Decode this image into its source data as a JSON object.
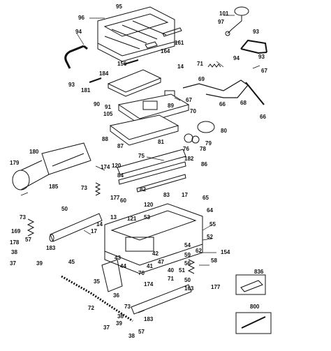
{
  "diagram": {
    "labels": {
      "l95": "95",
      "l96": "96",
      "l101": "101",
      "l97": "97",
      "l94a": "94",
      "l93a": "93",
      "l161": "161",
      "l164": "164",
      "l93b": "93",
      "l94b": "94",
      "l67a": "67",
      "l156": "156",
      "l14a": "14",
      "l71": "71",
      "l184": "184",
      "l69": "69",
      "l181": "181",
      "l93c": "93",
      "l89": "89",
      "l67b": "67",
      "l66a": "66",
      "l70a": "70",
      "l68": "68",
      "l66b": "66",
      "l90": "90",
      "l91": "91",
      "l105": "105",
      "l80": "80",
      "l88": "88",
      "l81": "81",
      "l76": "76",
      "l79": "79",
      "l87": "87",
      "l78": "78",
      "l180": "180",
      "l75": "75",
      "l182": "182",
      "l86": "86",
      "l179": "179",
      "l174": "174",
      "l120a": "120",
      "l84": "84",
      "l185": "185",
      "l73a": "73",
      "l82": "82",
      "l83": "83",
      "l17a": "17",
      "l65": "65",
      "l177a": "177",
      "l60": "60",
      "l120b": "120",
      "l50a": "50",
      "l64": "64",
      "l73b": "73",
      "l121": "121",
      "l13": "13",
      "l55": "55",
      "l14b": "14",
      "l53": "53",
      "l169": "169",
      "l17b": "17",
      "l52": "52",
      "l178": "178",
      "l57a": "57",
      "l154": "154",
      "l54": "54",
      "l183a": "183",
      "l62": "62",
      "l38": "38",
      "l59": "59",
      "l37a": "37",
      "l39": "39",
      "l56": "56",
      "l58": "58",
      "l45": "45",
      "l43": "43",
      "l44": "44",
      "l47": "47",
      "l42": "42",
      "l51": "51",
      "l40": "40",
      "l41": "41",
      "l70b": "70",
      "l174b": "174",
      "l50b": "50",
      "l71b": "71",
      "l836": "836",
      "l35": "35",
      "l36": "36",
      "l163": "163",
      "l177b": "177",
      "l72": "72",
      "l800": "800",
      "l73c": "73",
      "l36b": "36",
      "l183b": "183",
      "l37b": "37",
      "l39b": "39",
      "l57b": "57",
      "l38b": "38"
    }
  }
}
